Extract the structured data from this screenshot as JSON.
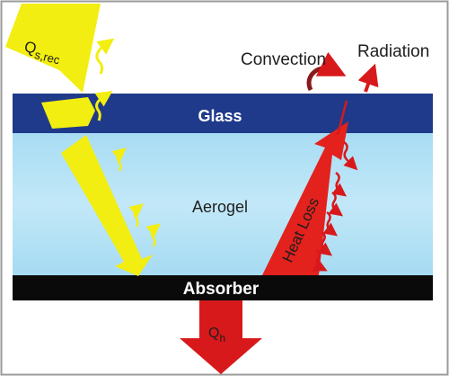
{
  "labels": {
    "solar_input": "Q",
    "solar_input_sub": "s,rec",
    "convection": "Convection",
    "radiation": "Radiation",
    "glass": "Glass",
    "aerogel": "Aerogel",
    "heat_loss": "Heat Loss",
    "absorber": "Absorber",
    "heat_output": "Q",
    "heat_output_sub": "h"
  },
  "colors": {
    "background": "#ffffff",
    "frame": "#9a9a9a",
    "glass": "#1f3a8a",
    "aerogel": "#b9e3f6",
    "absorber": "#0a0a0a",
    "solar": "#f2ee11",
    "heat": "#d8191b",
    "heat_loss_arrow": "#e3211d",
    "text_dark": "#1e1e1e",
    "text_light": "#ffffff"
  },
  "icons": {
    "solar_input": "yellow-block-arrow",
    "reflection": "yellow-wavy-arrow",
    "convection": "curved-red-arrow",
    "radiation": "red-up-arrow",
    "heat_loss": "red-wedge-arrow",
    "heat_output": "red-down-arrow"
  }
}
